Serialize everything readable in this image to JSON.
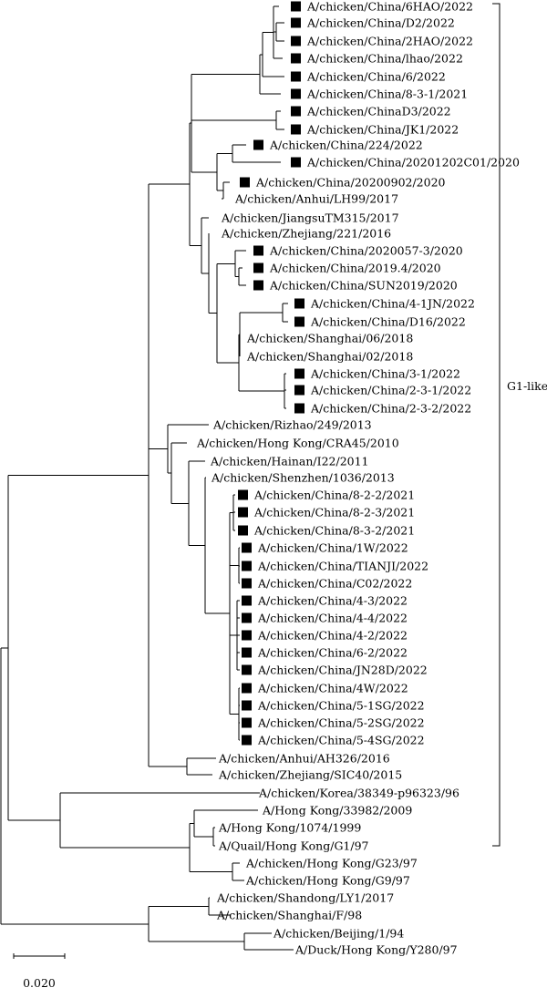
{
  "tree": {
    "clade_label": "G1-like",
    "scale_label": "0.020",
    "line_color": "#000000",
    "marker_color": "#000000",
    "leaves": [
      {
        "label": "A/chicken/China/6HAO/2022",
        "marked": true
      },
      {
        "label": "A/chicken/China/D2/2022",
        "marked": true
      },
      {
        "label": "A/chicken/China/2HAO/2022",
        "marked": true
      },
      {
        "label": "A/chicken/China/lhao/2022",
        "marked": true
      },
      {
        "label": "A/chicken/China/6/2022",
        "marked": true
      },
      {
        "label": "A/chicken/China/8-3-1/2021",
        "marked": true
      },
      {
        "label": "A/chicken/ChinaD3/2022",
        "marked": true
      },
      {
        "label": "A/chicken/China/JK1/2022",
        "marked": true
      },
      {
        "label": "A/chicken/China/224/2022",
        "marked": true
      },
      {
        "label": "A/chicken/China/20201202C01/2020",
        "marked": true
      },
      {
        "label": "A/chicken/China/20200902/2020",
        "marked": true
      },
      {
        "label": "A/chicken/Anhui/LH99/2017",
        "marked": false
      },
      {
        "label": "A/chicken/JiangsuTM315/2017",
        "marked": false
      },
      {
        "label": "A/chicken/Zhejiang/221/2016",
        "marked": false
      },
      {
        "label": "A/chicken/China/2020057-3/2020",
        "marked": true
      },
      {
        "label": "A/chicken/China/2019.4/2020",
        "marked": true
      },
      {
        "label": "A/chicken/China/SUN2019/2020",
        "marked": true
      },
      {
        "label": "A/chicken/China/4-1JN/2022",
        "marked": true
      },
      {
        "label": "A/chicken/China/D16/2022",
        "marked": true
      },
      {
        "label": "A/chicken/Shanghai/06/2018",
        "marked": false
      },
      {
        "label": "A/chicken/Shanghai/02/2018",
        "marked": false
      },
      {
        "label": "A/chicken/China/3-1/2022",
        "marked": true
      },
      {
        "label": "A/chicken/China/2-3-1/2022",
        "marked": true
      },
      {
        "label": "A/chicken/China/2-3-2/2022",
        "marked": true
      },
      {
        "label": "A/chicken/Rizhao/249/2013",
        "marked": false
      },
      {
        "label": "A/chicken/Hong Kong/CRA45/2010",
        "marked": false
      },
      {
        "label": "A/chicken/Hainan/I22/2011",
        "marked": false
      },
      {
        "label": "A/chicken/Shenzhen/1036/2013",
        "marked": false
      },
      {
        "label": "A/chicken/China/8-2-2/2021",
        "marked": true
      },
      {
        "label": "A/chicken/China/8-2-3/2021",
        "marked": true
      },
      {
        "label": "A/chicken/China/8-3-2/2021",
        "marked": true
      },
      {
        "label": "A/chicken/China/1W/2022",
        "marked": true
      },
      {
        "label": "A/chicken/China/TIANJI/2022",
        "marked": true
      },
      {
        "label": "A/chicken/China/C02/2022",
        "marked": true
      },
      {
        "label": "A/chicken/China/4-3/2022",
        "marked": true
      },
      {
        "label": "A/chicken/China/4-4/2022",
        "marked": true
      },
      {
        "label": "A/chicken/China/4-2/2022",
        "marked": true
      },
      {
        "label": "A/chicken/China/6-2/2022",
        "marked": true
      },
      {
        "label": "A/chicken/China/JN28D/2022",
        "marked": true
      },
      {
        "label": "A/chicken/China/4W/2022",
        "marked": true
      },
      {
        "label": "A/chicken/China/5-1SG/2022",
        "marked": true
      },
      {
        "label": "A/chicken/China/5-2SG/2022",
        "marked": true
      },
      {
        "label": "A/chicken/China/5-4SG/2022",
        "marked": true
      },
      {
        "label": "A/chicken/Anhui/AH326/2016",
        "marked": false
      },
      {
        "label": "A/chicken/Zhejiang/SIC40/2015",
        "marked": false
      },
      {
        "label": "A/chicken/Korea/38349-p96323/96",
        "marked": false
      },
      {
        "label": "A/Hong Kong/33982/2009",
        "marked": false
      },
      {
        "label": "A/Hong Kong/1074/1999",
        "marked": false
      },
      {
        "label": "A/Quail/Hong Kong/G1/97",
        "marked": false
      },
      {
        "label": "A/chicken/Hong Kong/G23/97",
        "marked": false
      },
      {
        "label": "A/chicken/Hong Kong/G9/97",
        "marked": false
      },
      {
        "label": "A/chicken/Shandong/LY1/2017",
        "marked": false
      },
      {
        "label": "A/chicken/Shanghai/F/98",
        "marked": false
      },
      {
        "label": "A/chicken/Beijing/1/94",
        "marked": false
      },
      {
        "label": "A/Duck/Hong Kong/Y280/97",
        "marked": false
      }
    ]
  }
}
